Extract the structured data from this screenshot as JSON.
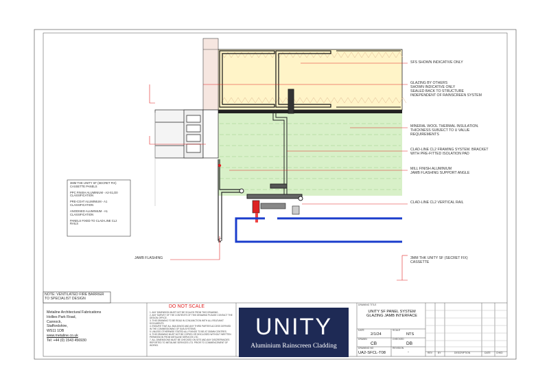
{
  "annotations": {
    "sfs": "SFS SHOWN INDICATIVE ONLY",
    "glazing": [
      "GLAZING BY OTHERS",
      "SHOWN INDICATIVE ONLY",
      "SEALED BACK TO STRUCTURE",
      "INDEPENDENT OF RAINSCREEN SYSTEM"
    ],
    "mineral_wool": [
      "MINERAL WOOL THERMAL INSULATION.",
      "THICKNESS SUBJECT TO U VALUE",
      "REQUIREMENTS"
    ],
    "framing": [
      "CLAD-LINE CL2 FRAMING SYSTEM. BRACKET",
      "WITH PRE-FITTED ISOLATION PAD"
    ],
    "mill_finish": [
      "MILL FINISH ALUMINIUM",
      "JAMB FLASHING SUPPORT ANGLE"
    ],
    "vertical_rail": "CLAD-LINE CL2 VERTICAL RAIL",
    "cassette": [
      "3MM THK UNITY SF (SECRET FIX)",
      "CASSETTE"
    ],
    "jamb_flashing": "JAMB FLASHING"
  },
  "spec_box": {
    "lines": [
      "3MM THE UNITY SF (SECRET FIX)",
      "CASSETTE PANELS",
      "",
      "PPC FINISH ALUMINIUM - A2-S1,D0",
      "CLASSIFICATION",
      "",
      "PRE-COAT ALUMINIUM - A1",
      "CLASSIFICATION",
      "",
      "ANODISED ALUMINIUM - A1",
      "CLASSIFICATION",
      "",
      "PANELS FIXED TO CLAD-LINE CL2",
      "RAILS"
    ]
  },
  "note": [
    "NOTE: VENTILATED FIRE BARRIER",
    "TO SPECIALIST DESIGN"
  ],
  "company": {
    "name": "Metaline Architectural Fabrications",
    "address": [
      "Hollies Park Road,",
      "Cannock,",
      "Staffordshire,",
      "WS11 1DB"
    ],
    "website": "www.metaline.co.uk",
    "tel": "Tel: +44 (0) 1543 456930"
  },
  "do_not_scale": "DO NOT SCALE",
  "notes_small": [
    "1. ANY DIMENSION MUST NOT BE SCALED FROM THIS DRAWING.",
    "2. ANY SURVEY OF THE CONTENTS OF THIS DRAWING PLEASE CONTACT THE DESIGN OFFICE.",
    "3. THIS DRAWING TO BE READ IN CONJUNCTION WITH ALL RELEVANT DOCUMENTS.",
    "4. ENSURE THAT ALL BUILDINGS AND ANY THIRD PARTIES ACCESS DEFINED IN THE COMMISSIONING OF SUB-SYSTEMS.",
    "5. UNLESS OTHERWISE STATED ALL FIXINGS TO BE AT 300MM CENTRES.",
    "6. THIS DRAWING MUST NOT BE COPIED OR DISCLOSED WITHOUT WRITTEN PERMISSION FROM METALINE SERVICES LTD.",
    "7. ALL DIMENSIONS MUST BE CHECKED ON SITE AND ANY DISCREPANCIES REPORTED TO METALINE SERVICES LTD. PRIOR TO COMMENCEMENT OF WORKS."
  ],
  "logo": {
    "main": "UNITY",
    "sub": "Aluminium Rainscreen Cladding",
    "bg_color": "#1e2a55"
  },
  "title_block": {
    "drawing_title_label": "DRAWING TITLE",
    "drawing_title": [
      "UNITY SF PANEL SYSTEM",
      "GLAZING JAMB INTERFACE"
    ],
    "date_label": "DATE",
    "date": "2/1/24",
    "scale_label": "SCALE",
    "scale": "NTS",
    "drawn_label": "DRAWN",
    "drawn": "CB",
    "checked_label": "CHECKED",
    "checked": "DB",
    "drawing_no_label": "DRAWING NO",
    "drawing_no": "UA2-SFCL-T08",
    "revision_label": "REVISION",
    "revision": "-",
    "rev_cols": [
      "REV",
      "BY",
      "DESCRIPTION",
      "DATE",
      "CHKD"
    ]
  },
  "colors": {
    "red_leader": "#e02020",
    "insulation_green": "#d8f0c8",
    "blue_cassette": "#1a3ccc",
    "sfs_yellow": "#fff4c8"
  }
}
